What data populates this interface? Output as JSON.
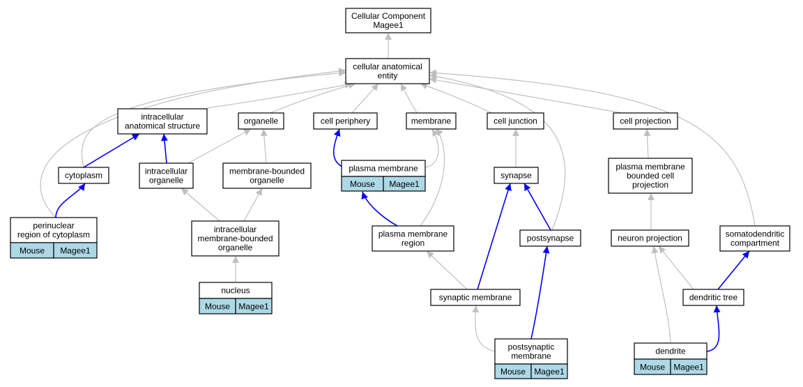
{
  "colors": {
    "edge_gray": "#bfbfbf",
    "edge_blue": "#0000ff",
    "annot_fill": "#add8e6",
    "node_fill": "#ffffff",
    "node_stroke": "#000000"
  },
  "nodes": [
    {
      "id": "root",
      "lines": [
        "Cellular Component",
        "Magee1"
      ]
    },
    {
      "id": "cae",
      "lines": [
        "cellular anatomical",
        "entity"
      ]
    },
    {
      "id": "ias",
      "lines": [
        "intracellular",
        "anatomical structure"
      ]
    },
    {
      "id": "organelle",
      "lines": [
        "organelle"
      ]
    },
    {
      "id": "cellper",
      "lines": [
        "cell periphery"
      ]
    },
    {
      "id": "membrane",
      "lines": [
        "membrane"
      ]
    },
    {
      "id": "celljunc",
      "lines": [
        "cell junction"
      ]
    },
    {
      "id": "cellproj",
      "lines": [
        "cell projection"
      ]
    },
    {
      "id": "cytoplasm",
      "lines": [
        "cytoplasm"
      ]
    },
    {
      "id": "intorg",
      "lines": [
        "intracellular",
        "organelle"
      ]
    },
    {
      "id": "mbo",
      "lines": [
        "membrane-bounded",
        "organelle"
      ]
    },
    {
      "id": "pm",
      "lines": [
        "plasma membrane"
      ],
      "annot": [
        "Mouse",
        "Magee1"
      ]
    },
    {
      "id": "synapse",
      "lines": [
        "synapse"
      ]
    },
    {
      "id": "pmbcp",
      "lines": [
        "plasma membrane",
        "bounded cell",
        "projection"
      ]
    },
    {
      "id": "perinuc",
      "lines": [
        "perinuclear",
        "region of cytoplasm"
      ],
      "annot": [
        "Mouse",
        "Magee1"
      ]
    },
    {
      "id": "imbo",
      "lines": [
        "intracellular",
        "membrane-bounded",
        "organelle"
      ]
    },
    {
      "id": "pmr",
      "lines": [
        "plasma membrane",
        "region"
      ]
    },
    {
      "id": "postsyn",
      "lines": [
        "postsynapse"
      ]
    },
    {
      "id": "neuproj",
      "lines": [
        "neuron projection"
      ]
    },
    {
      "id": "somato",
      "lines": [
        "somatodendritic",
        "compartment"
      ]
    },
    {
      "id": "nucleus",
      "lines": [
        "nucleus"
      ],
      "annot": [
        "Mouse",
        "Magee1"
      ]
    },
    {
      "id": "synmem",
      "lines": [
        "synaptic membrane"
      ]
    },
    {
      "id": "dendtree",
      "lines": [
        "dendritic tree"
      ]
    },
    {
      "id": "psm",
      "lines": [
        "postsynaptic",
        "membrane"
      ],
      "annot": [
        "Mouse",
        "Magee1"
      ]
    },
    {
      "id": "dendrite",
      "lines": [
        "dendrite"
      ],
      "annot": [
        "Mouse",
        "Magee1"
      ]
    }
  ],
  "edges": [
    {
      "from": "cae",
      "to": "root",
      "type": "is_a"
    },
    {
      "from": "ias",
      "to": "cae",
      "type": "is_a"
    },
    {
      "from": "organelle",
      "to": "cae",
      "type": "is_a"
    },
    {
      "from": "cellper",
      "to": "cae",
      "type": "is_a"
    },
    {
      "from": "membrane",
      "to": "cae",
      "type": "is_a"
    },
    {
      "from": "celljunc",
      "to": "cae",
      "type": "is_a"
    },
    {
      "from": "cellproj",
      "to": "cae",
      "type": "is_a"
    },
    {
      "from": "cytoplasm",
      "to": "cae",
      "type": "is_a"
    },
    {
      "from": "perinuc",
      "to": "cae",
      "type": "is_a"
    },
    {
      "from": "postsyn",
      "to": "cae",
      "type": "is_a"
    },
    {
      "from": "somato",
      "to": "cae",
      "type": "is_a"
    },
    {
      "from": "cytoplasm",
      "to": "ias",
      "type": "part_of"
    },
    {
      "from": "intorg",
      "to": "ias",
      "type": "part_of"
    },
    {
      "from": "intorg",
      "to": "organelle",
      "type": "is_a"
    },
    {
      "from": "mbo",
      "to": "organelle",
      "type": "is_a"
    },
    {
      "from": "pm",
      "to": "cellper",
      "type": "part_of"
    },
    {
      "from": "pm",
      "to": "membrane",
      "type": "is_a"
    },
    {
      "from": "pmr",
      "to": "membrane",
      "type": "is_a"
    },
    {
      "from": "synapse",
      "to": "celljunc",
      "type": "is_a"
    },
    {
      "from": "pmbcp",
      "to": "cellproj",
      "type": "is_a"
    },
    {
      "from": "perinuc",
      "to": "cytoplasm",
      "type": "part_of"
    },
    {
      "from": "imbo",
      "to": "intorg",
      "type": "is_a"
    },
    {
      "from": "imbo",
      "to": "mbo",
      "type": "is_a"
    },
    {
      "from": "pmr",
      "to": "pm",
      "type": "part_of"
    },
    {
      "from": "synmem",
      "to": "synapse",
      "type": "part_of"
    },
    {
      "from": "postsyn",
      "to": "synapse",
      "type": "part_of"
    },
    {
      "from": "neuproj",
      "to": "pmbcp",
      "type": "is_a"
    },
    {
      "from": "nucleus",
      "to": "imbo",
      "type": "is_a"
    },
    {
      "from": "synmem",
      "to": "pmr",
      "type": "is_a"
    },
    {
      "from": "psm",
      "to": "synmem",
      "type": "is_a"
    },
    {
      "from": "psm",
      "to": "postsyn",
      "type": "part_of"
    },
    {
      "from": "dendtree",
      "to": "neuproj",
      "type": "is_a"
    },
    {
      "from": "dendtree",
      "to": "somato",
      "type": "part_of"
    },
    {
      "from": "dendrite",
      "to": "neuproj",
      "type": "is_a"
    },
    {
      "from": "dendrite",
      "to": "dendtree",
      "type": "part_of"
    }
  ]
}
